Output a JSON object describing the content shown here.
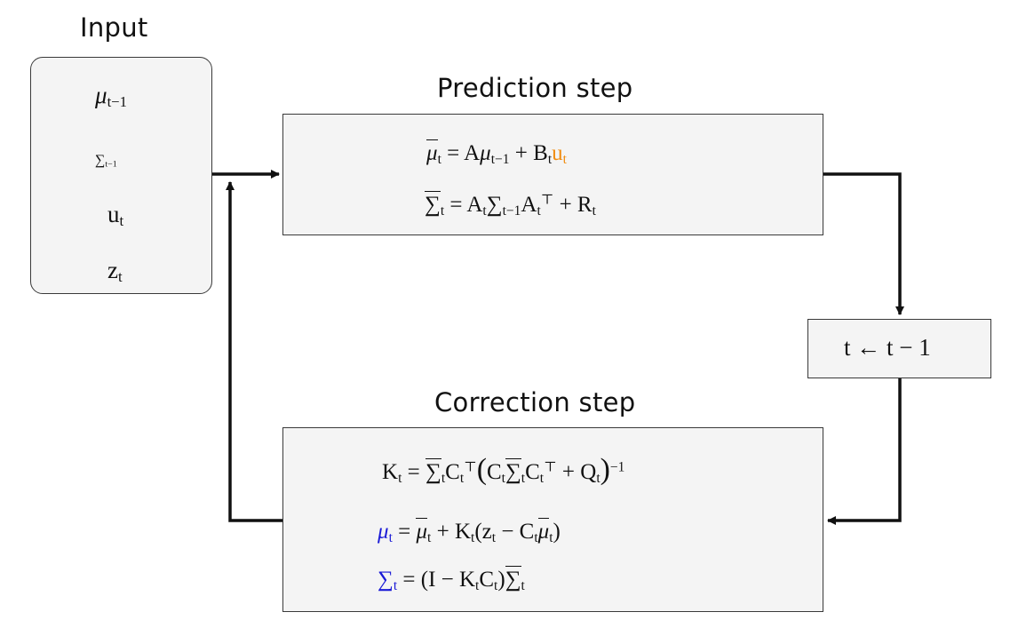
{
  "titles": {
    "input": "Input",
    "prediction": "Prediction step",
    "correction": "Correction step"
  },
  "input_box": {
    "mu_sub": "t−1",
    "sigma_sub": "t−1",
    "u_sub": "t",
    "z_sub": "t"
  },
  "prediction_box": {
    "line1": "μ̄t = Aμt−1 + Btut",
    "line2": "Σ̄t = AtΣt−1At⊤ + Rt"
  },
  "time_box": {
    "label": "t ← t − 1"
  },
  "correction_box": {
    "line1": "Kt = Σ̄tCt⊤(CtΣ̄tCt⊤ + Qt)−1",
    "line2": "μt = μ̄t + Kt(zt − Ctμ̄t)",
    "line3": "Σt = (I − KtCt)Σ̄t"
  },
  "colors": {
    "control_input": "#f08c10",
    "corrected_estimate": "#1a1ad6",
    "box_fill": "#f4f4f4",
    "arrow": "#111111"
  }
}
